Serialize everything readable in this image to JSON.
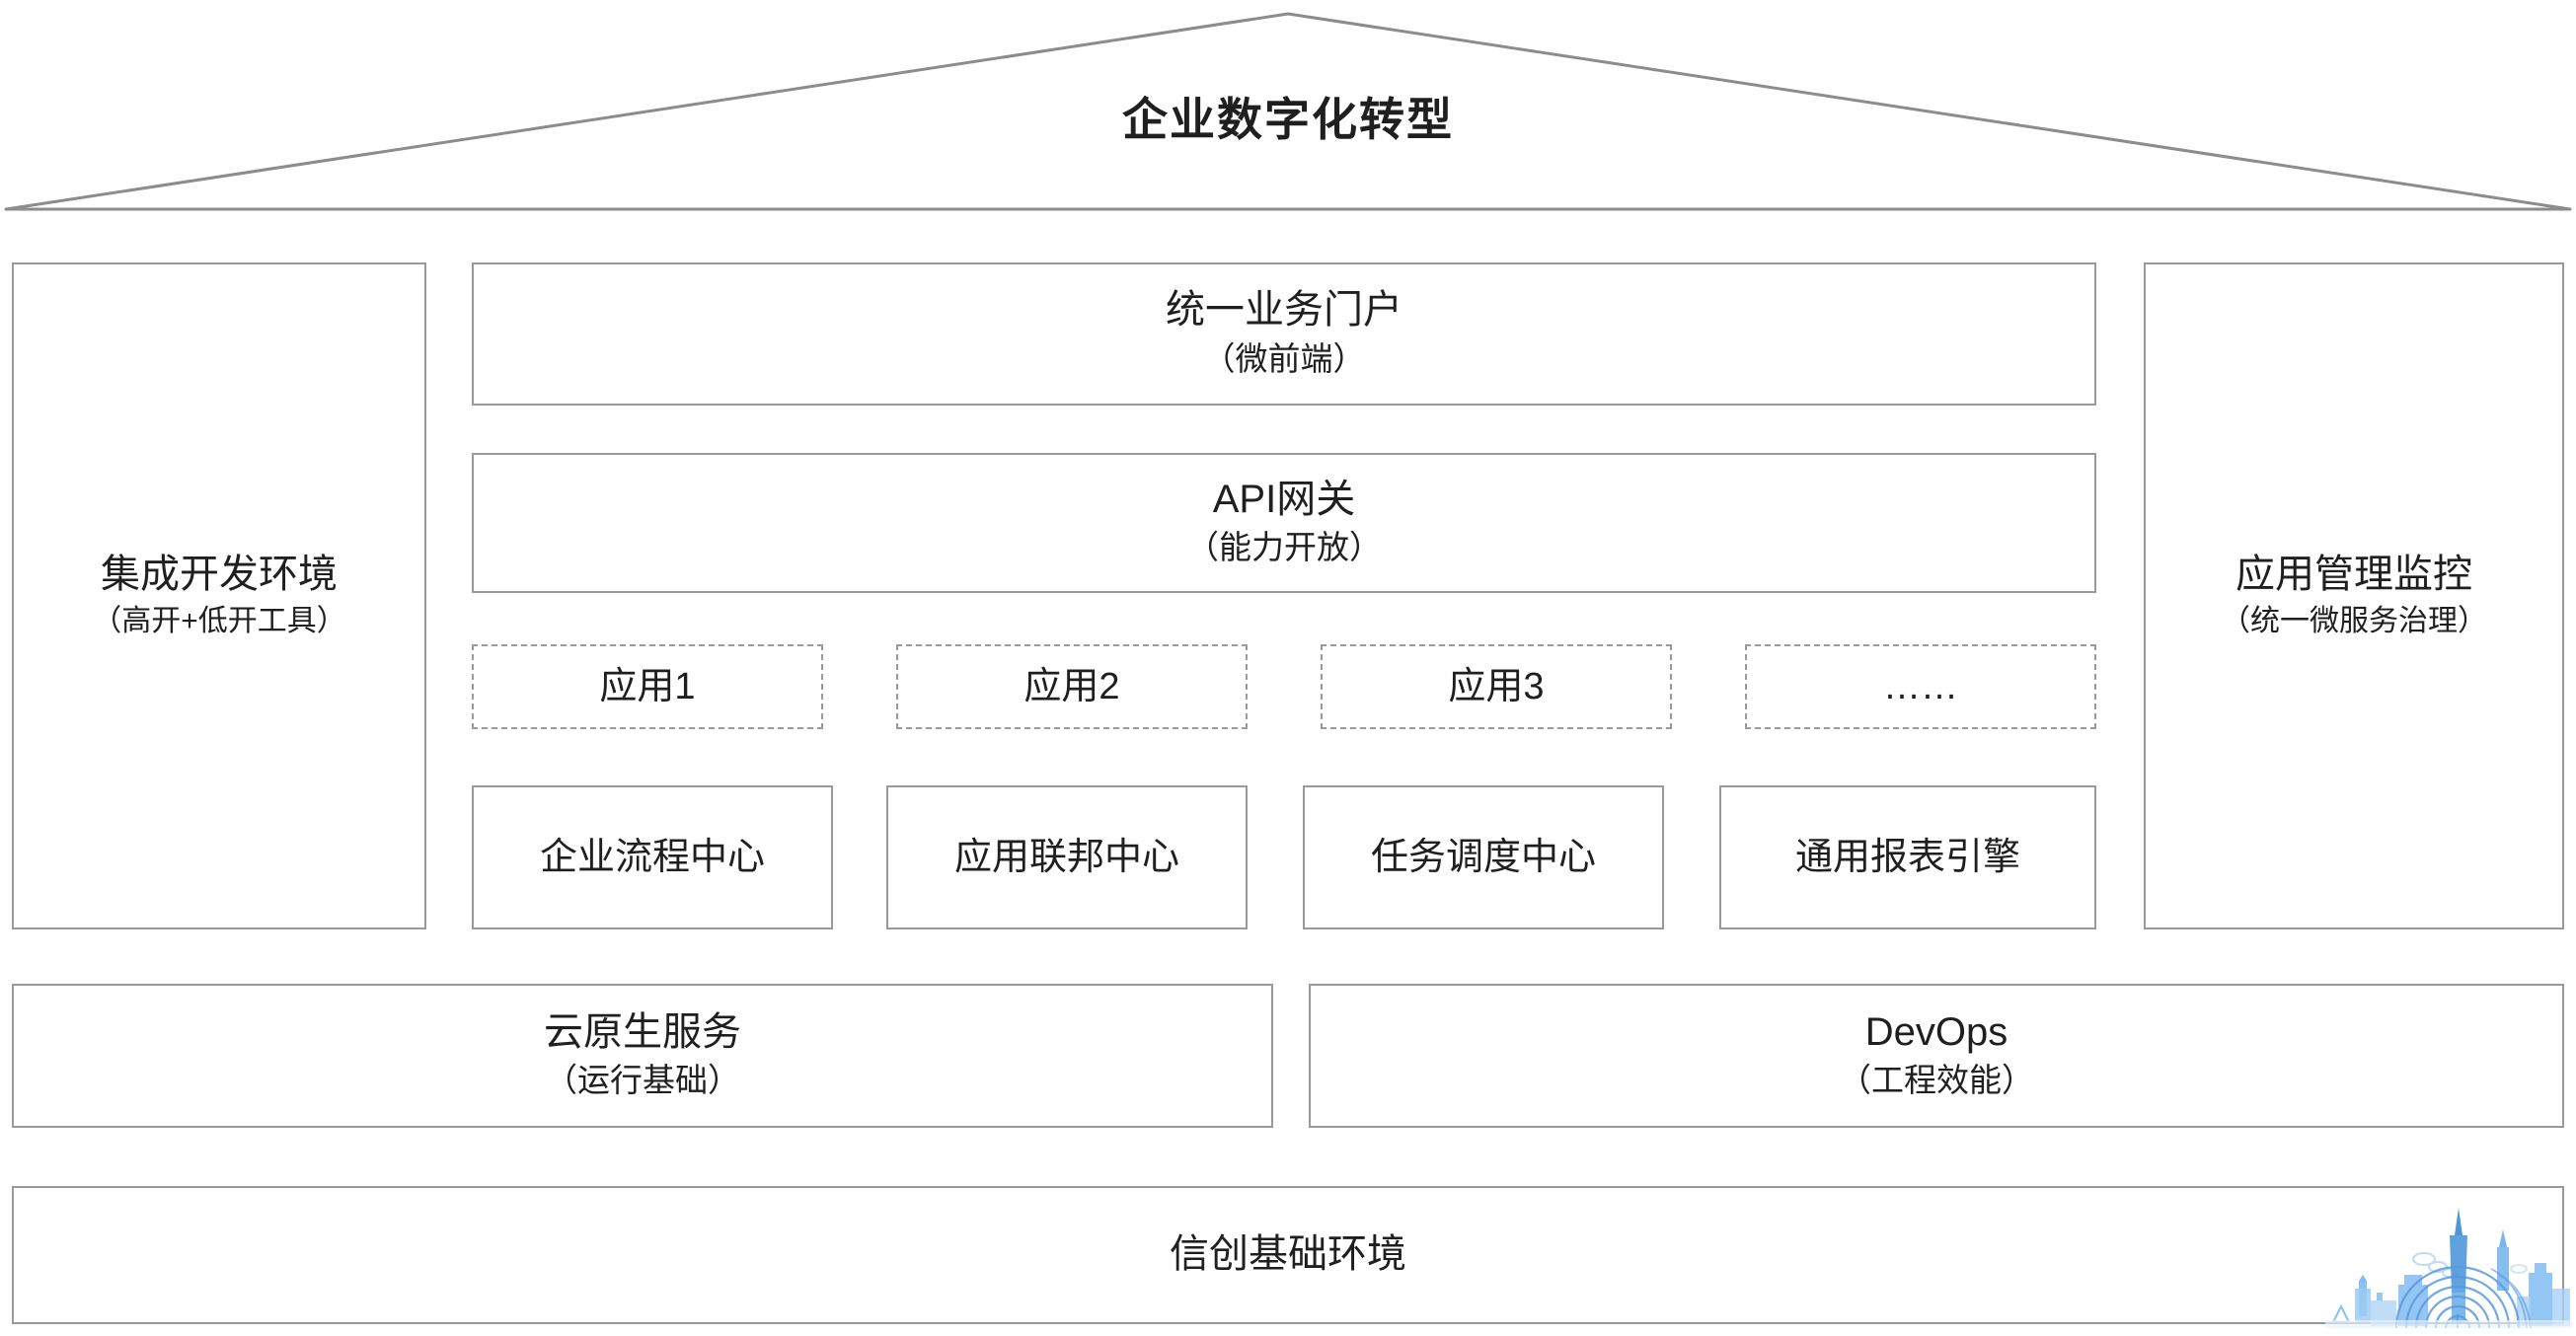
{
  "diagram": {
    "roof": {
      "title": "企业数字化转型"
    },
    "left_pillar": {
      "title": "集成开发环境",
      "subtitle": "（高开+低开工具）"
    },
    "right_pillar": {
      "title": "应用管理监控",
      "subtitle": "（统一微服务治理）"
    },
    "center": {
      "portal": {
        "title": "统一业务门户",
        "subtitle": "（微前端）"
      },
      "gateway": {
        "title": "API网关",
        "subtitle": "（能力开放）"
      },
      "apps": [
        {
          "label": "应用1"
        },
        {
          "label": "应用2"
        },
        {
          "label": "应用3"
        },
        {
          "label": "……"
        }
      ],
      "services": [
        {
          "label": "企业流程中心"
        },
        {
          "label": "应用联邦中心"
        },
        {
          "label": "任务调度中心"
        },
        {
          "label": "通用报表引擎"
        }
      ]
    },
    "platform_row": [
      {
        "title": "云原生服务",
        "subtitle": "（运行基础）"
      },
      {
        "title": "DevOps",
        "subtitle": "（工程效能）"
      }
    ],
    "foundation": {
      "title": "信创基础环境"
    },
    "watermark": {
      "name": "city-skyline-fingerprint-watermark",
      "color": "#4a90e2"
    },
    "colors": {
      "border": "#9a9a9a",
      "text": "#1f1f1f",
      "background": "#ffffff",
      "watermark_blue": "#4a90e2"
    }
  }
}
